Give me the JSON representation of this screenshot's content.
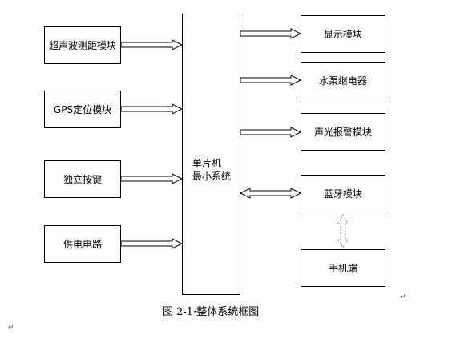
{
  "diagram": {
    "input_modules": [
      "超声波测距模块",
      "GPS定位模块",
      "独立按键",
      "供电电路"
    ],
    "mcu": {
      "line1": "单片机",
      "line2": "最小系统"
    },
    "output_modules": [
      "显示模块",
      "水泵继电器",
      "声光报警模块",
      "蓝牙模块"
    ],
    "phone_module": "手机端",
    "caption": "图 2-1·整体系统框图"
  },
  "colors": {
    "line": "#000000",
    "arrow_fill": "#ffffff",
    "dashed_arrow": "#888888"
  }
}
